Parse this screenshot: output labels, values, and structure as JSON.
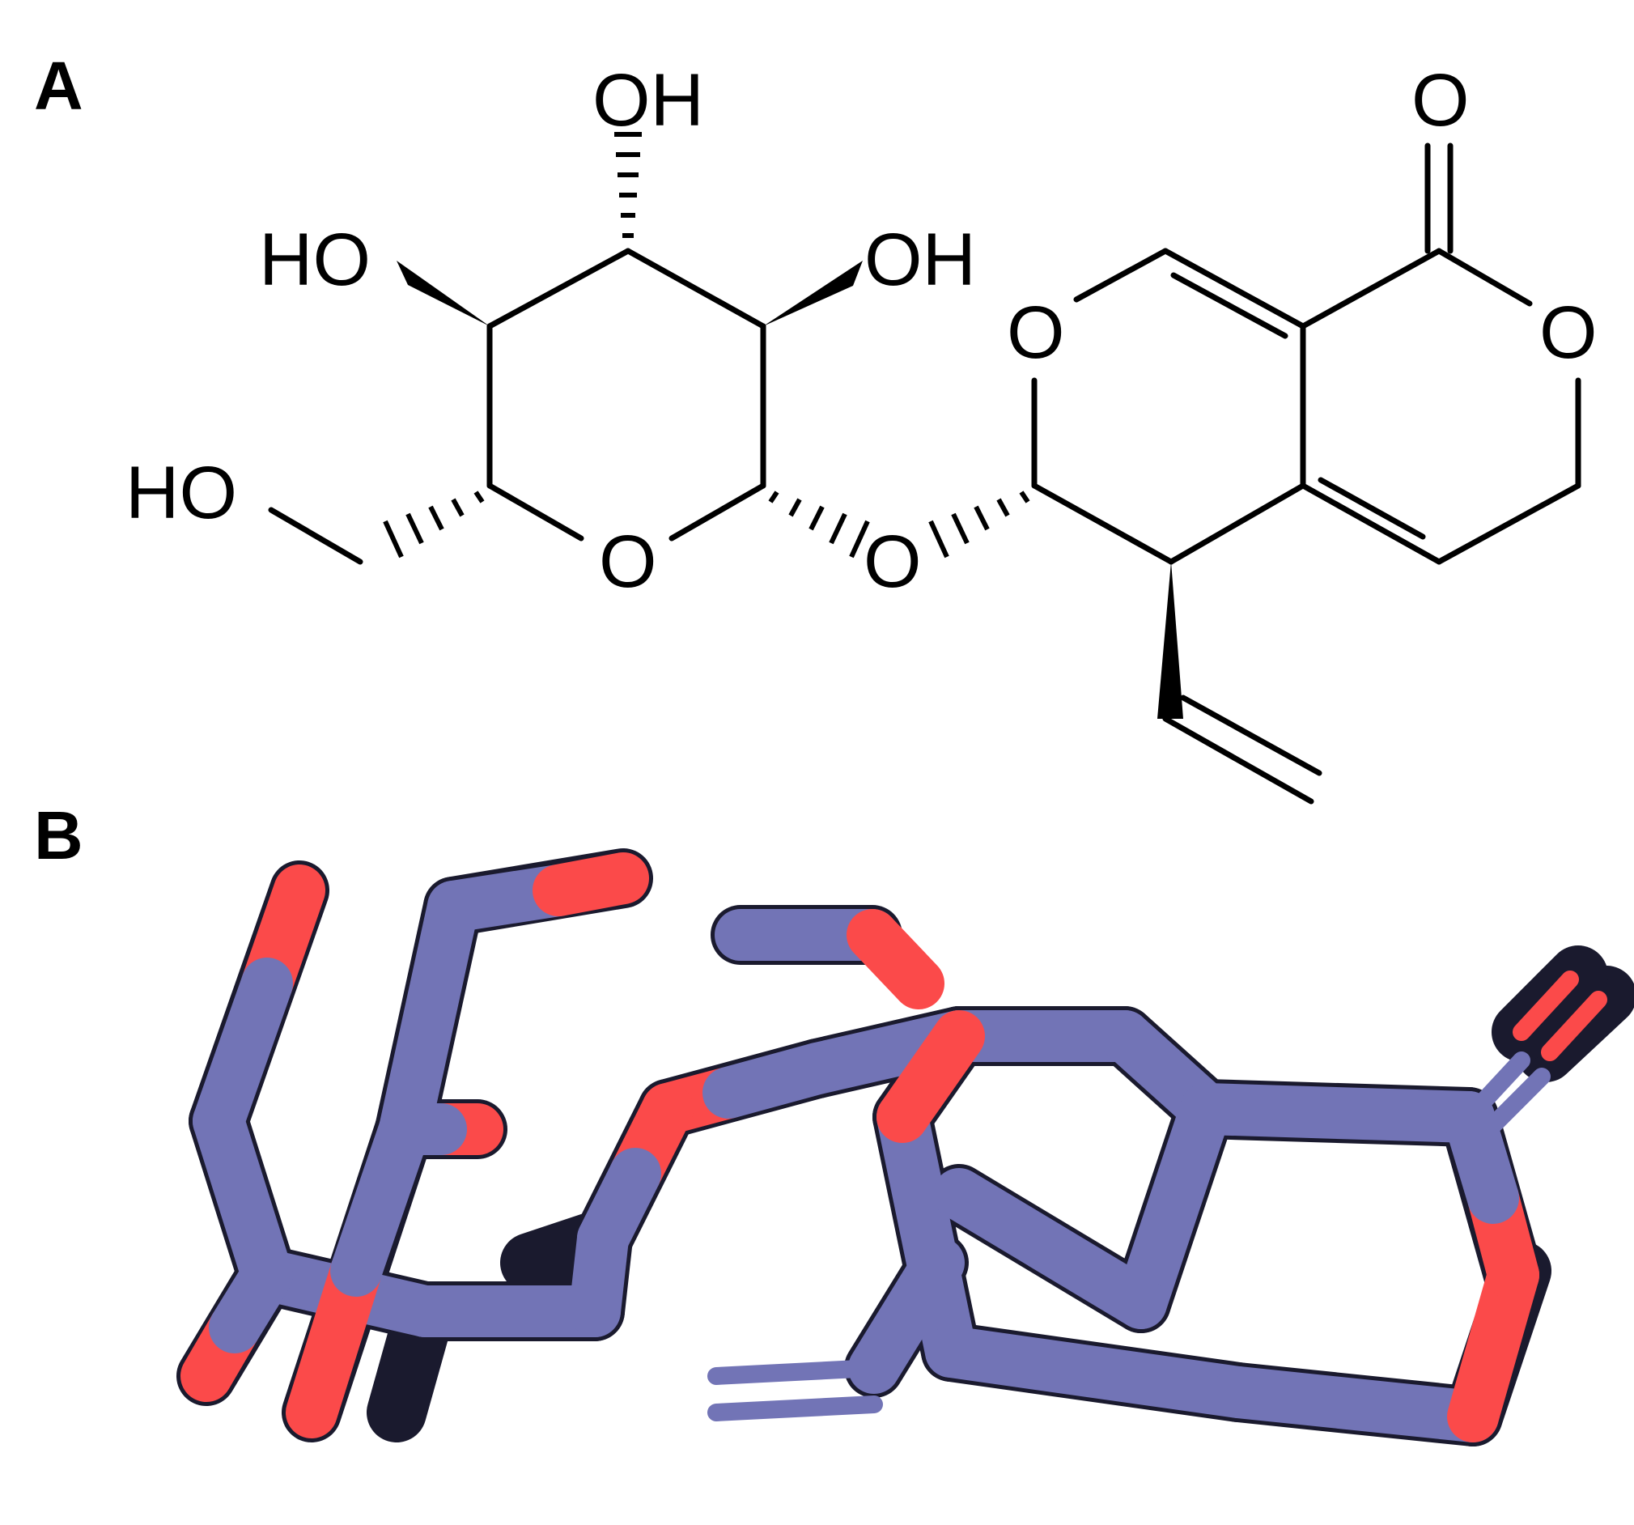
{
  "panels": {
    "a": {
      "label": "A"
    },
    "b": {
      "label": "B"
    }
  },
  "atoms": {
    "oh_top": "OH",
    "ho_left": "HO",
    "oh_right": "OH",
    "ho_ch2": "HO",
    "o_ring_sugar": "O",
    "o_glycosidic": "O",
    "o_ring_pyran": "O",
    "o_carbonyl": "O",
    "o_lactone": "O"
  },
  "colors": {
    "bond_2d": "#000000",
    "carbon_3d": "#7274b6",
    "carbon_3d_dark": "#4f5190",
    "oxygen_3d": "#fb4a4a",
    "oxygen_3d_dark": "#b53030",
    "outline_3d": "#1a1a2e"
  }
}
